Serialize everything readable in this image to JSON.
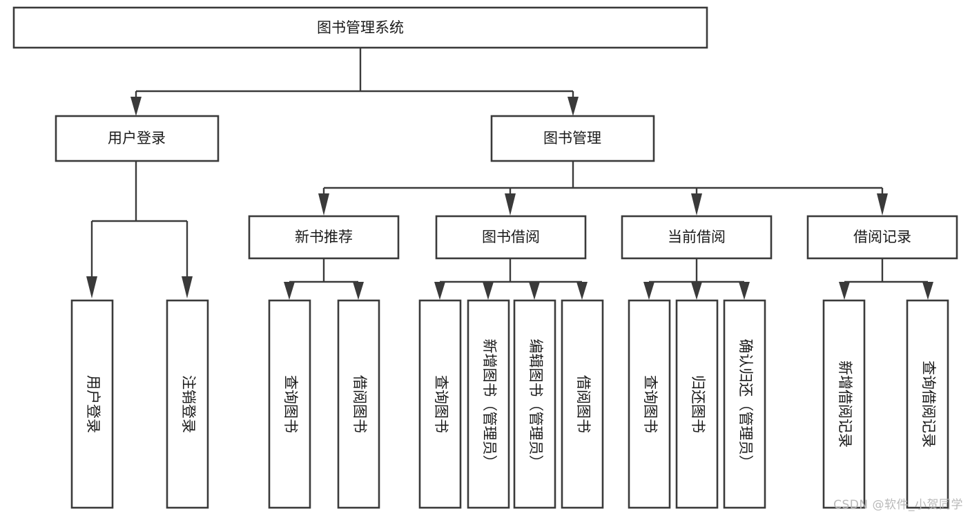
{
  "diagram": {
    "title": "图书管理系统",
    "type": "tree-hierarchy",
    "watermark": "CSDN @软件_小贺同学",
    "colors": {
      "stroke": "#3a3a3a",
      "background": "#ffffff",
      "text": "#1a1a1a",
      "watermark": "#b9b9b9"
    },
    "root": {
      "label": "图书管理系统"
    },
    "level2": [
      {
        "label": "用户登录"
      },
      {
        "label": "图书管理"
      }
    ],
    "level3": [
      {
        "label": "新书推荐"
      },
      {
        "label": "图书借阅"
      },
      {
        "label": "当前借阅"
      },
      {
        "label": "借阅记录"
      }
    ],
    "leaves": {
      "user_login": [
        {
          "label": "用户登录"
        },
        {
          "label": "注销登录"
        }
      ],
      "new_book": [
        {
          "label": "查询图书"
        },
        {
          "label": "借阅图书"
        }
      ],
      "book_borrow": [
        {
          "label": "查询图书"
        },
        {
          "label": "新增图书（管理员）"
        },
        {
          "label": "编辑图书（管理员）"
        },
        {
          "label": "借阅图书"
        }
      ],
      "current_borrow": [
        {
          "label": "查询图书"
        },
        {
          "label": "归还图书"
        },
        {
          "label": "确认归还（管理员）"
        }
      ],
      "borrow_record": [
        {
          "label": "新增借阅记录"
        },
        {
          "label": "查询借阅记录"
        }
      ]
    }
  }
}
